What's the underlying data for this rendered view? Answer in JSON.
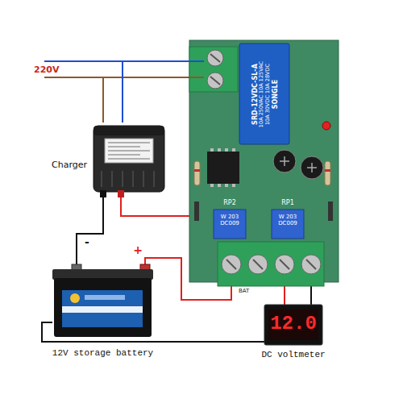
{
  "diagram": {
    "nodes": [
      {
        "text": [
          "Charger"
        ]
      },
      {
        "text": [
          "12V storage battery"
        ]
      },
      {
        "text": [
          "12.0",
          "DC voltmeter"
        ]
      },
      {
        "text": [
          "RP2",
          "RP1"
        ]
      },
      {
        "text": [
          "SRD-12VDC-SL-A",
          "10A 250VAC 10A 125VAC",
          "10A 30VDC 10A 28VDC",
          "SONGLE"
        ],
        "in": 3
      }
    ],
    "edges": [
      {
        "from": 0,
        "to": 3,
        "arrow": "none"
      },
      {
        "from": 1,
        "to": 0,
        "arrow": "none"
      },
      {
        "from": 1,
        "to": 3,
        "arrow": "none"
      },
      {
        "from": 2,
        "to": 3,
        "arrow": "none"
      },
      {
        "from": 2,
        "to": 3,
        "arrow": "none"
      },
      {
        "from": 1,
        "to": 2,
        "arrow": "none"
      }
    ],
    "labels": [
      "220V",
      "-",
      "+",
      "W 203 DC009",
      "W 203 DC009",
      "BAT"
    ]
  }
}
